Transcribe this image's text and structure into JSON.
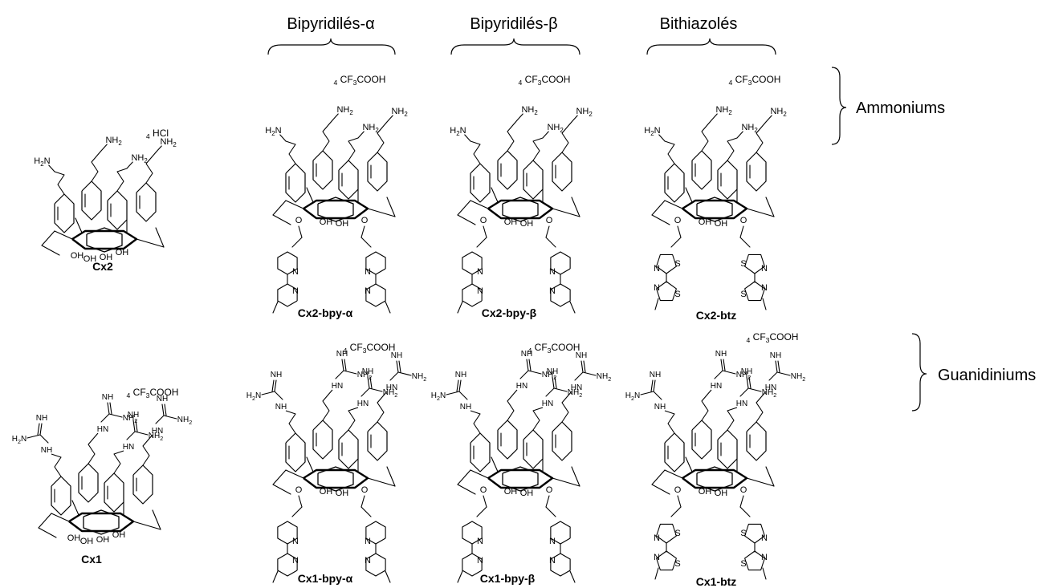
{
  "headers": {
    "bpy_alpha": "Bipyridilés-α",
    "bpy_beta": "Bipyridilés-β",
    "btz": "Bithiazolés"
  },
  "row_groups": {
    "ammonium": "Ammoniums",
    "guanidinium": "Guanidiniums"
  },
  "counterions": {
    "hcl": "4 HCl",
    "tfa": "4 CF3COOH"
  },
  "atom_labels": {
    "amine": "NH2",
    "amine_left": "H2N",
    "imine": "NH",
    "nh_link": "HN",
    "hydroxyl": "OH",
    "ether": "O",
    "pyridine_n": "N",
    "thiazole_s": "S"
  },
  "compounds": [
    {
      "id": "cx2",
      "label": "Cx2",
      "row": "ammonium",
      "substituent": "none",
      "headgroup": "amine"
    },
    {
      "id": "cx2-bpy-a",
      "label": "Cx2-bpy-α",
      "row": "ammonium",
      "substituent": "bpy",
      "headgroup": "amine"
    },
    {
      "id": "cx2-bpy-b",
      "label": "Cx2-bpy-β",
      "row": "ammonium",
      "substituent": "bpy",
      "headgroup": "amine"
    },
    {
      "id": "cx2-btz",
      "label": "Cx2-btz",
      "row": "ammonium",
      "substituent": "btz",
      "headgroup": "amine"
    },
    {
      "id": "cx1",
      "label": "Cx1",
      "row": "guanidinium",
      "substituent": "none",
      "headgroup": "guanidine"
    },
    {
      "id": "cx1-bpy-a",
      "label": "Cx1-bpy-α",
      "row": "guanidinium",
      "substituent": "bpy",
      "headgroup": "guanidine"
    },
    {
      "id": "cx1-bpy-b",
      "label": "Cx1-bpy-β",
      "row": "guanidinium",
      "substituent": "bpy",
      "headgroup": "guanidine"
    },
    {
      "id": "cx1-btz",
      "label": "Cx1-btz",
      "row": "guanidinium",
      "substituent": "btz",
      "headgroup": "guanidine"
    }
  ]
}
